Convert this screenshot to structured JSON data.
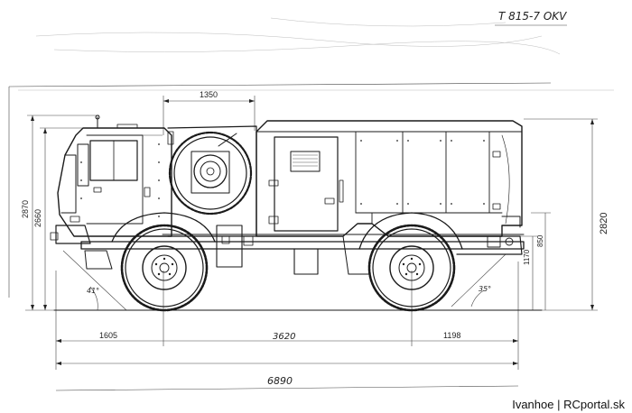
{
  "drawing": {
    "title_note": "T 815-7 OKV",
    "dims": {
      "cab_spare_width": "1350",
      "overall_height_left": "2870",
      "cab_height": "2660",
      "overall_height_right": "2820",
      "rear_height_a": "1170",
      "rear_height_b": "850",
      "front_overhang": "1605",
      "wheelbase": "3620",
      "rear_overhang": "1198",
      "overall_length": "6890",
      "approach_angle": "41°",
      "departure_angle": "35°"
    }
  },
  "credit": "Ivanhoe | RCportal.sk"
}
